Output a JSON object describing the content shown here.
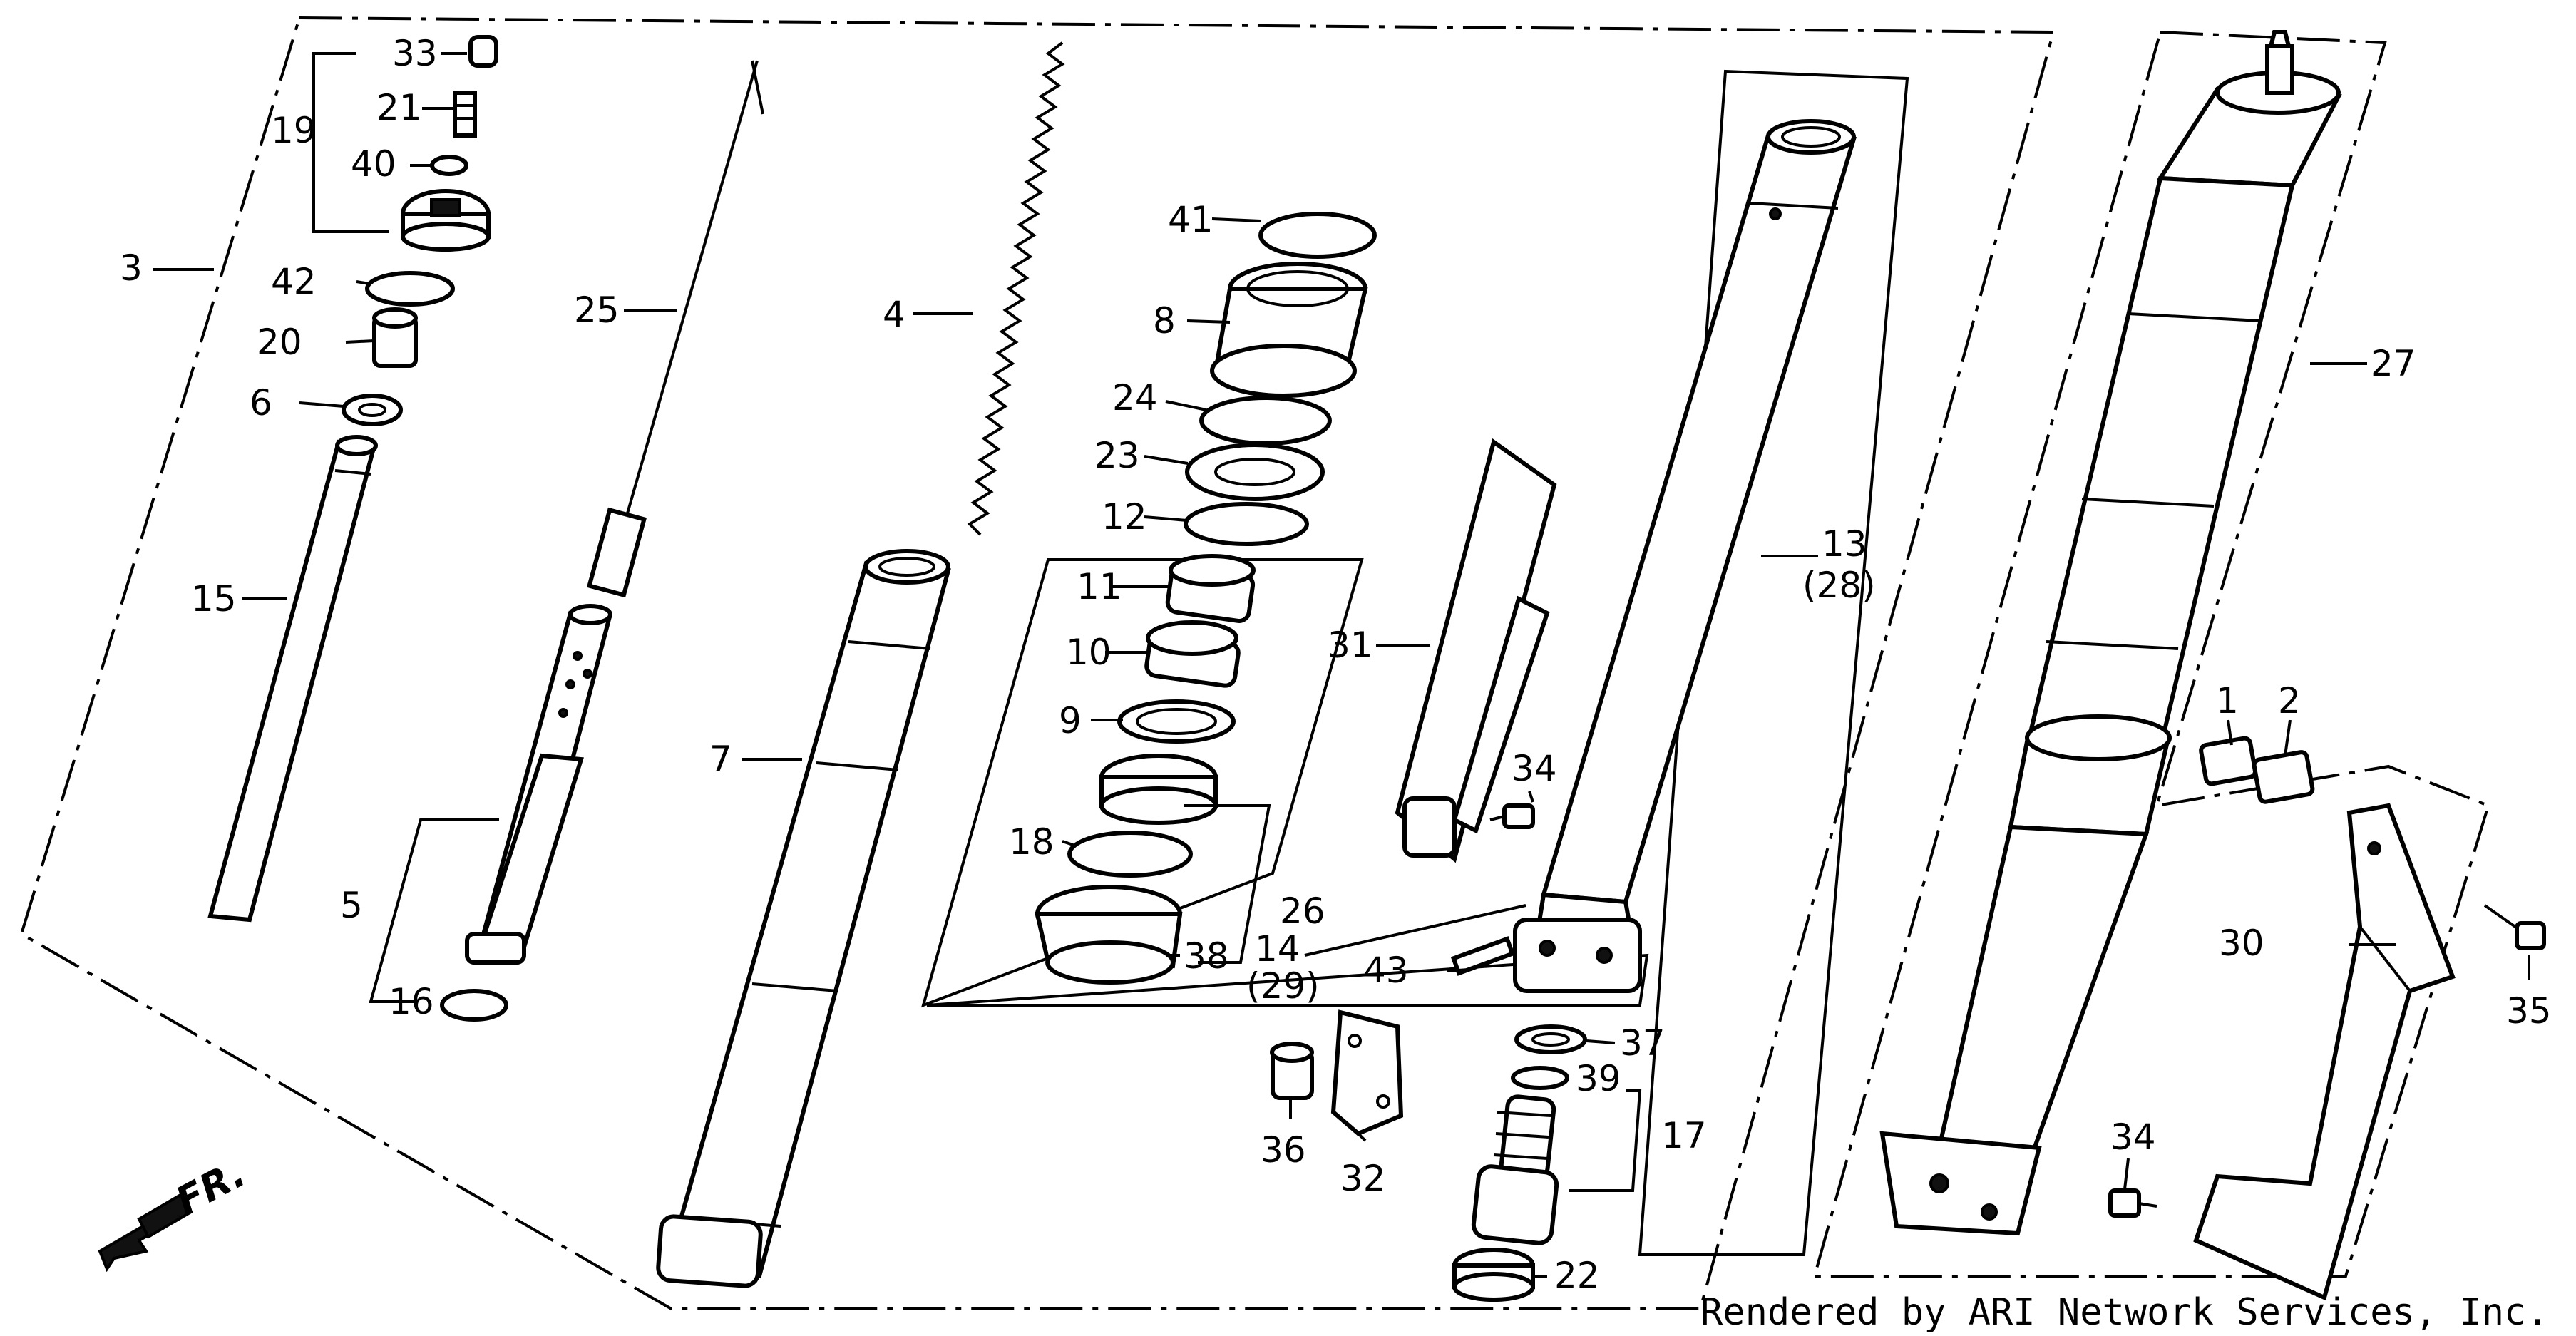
{
  "callouts": [
    "1",
    "2",
    "3",
    "4",
    "5",
    "6",
    "7",
    "8",
    "9",
    "10",
    "11",
    "12",
    "13",
    "(28)",
    "14",
    "(29)",
    "15",
    "16",
    "17",
    "18",
    "19",
    "20",
    "21",
    "22",
    "23",
    "24",
    "25",
    "26",
    "27",
    "30",
    "31",
    "32",
    "33",
    "34",
    "34",
    "35",
    "36",
    "37",
    "38",
    "39",
    "40",
    "41",
    "42",
    "43"
  ],
  "front_marker": "FR.",
  "credit": "Rendered by ARI Network Services, Inc."
}
